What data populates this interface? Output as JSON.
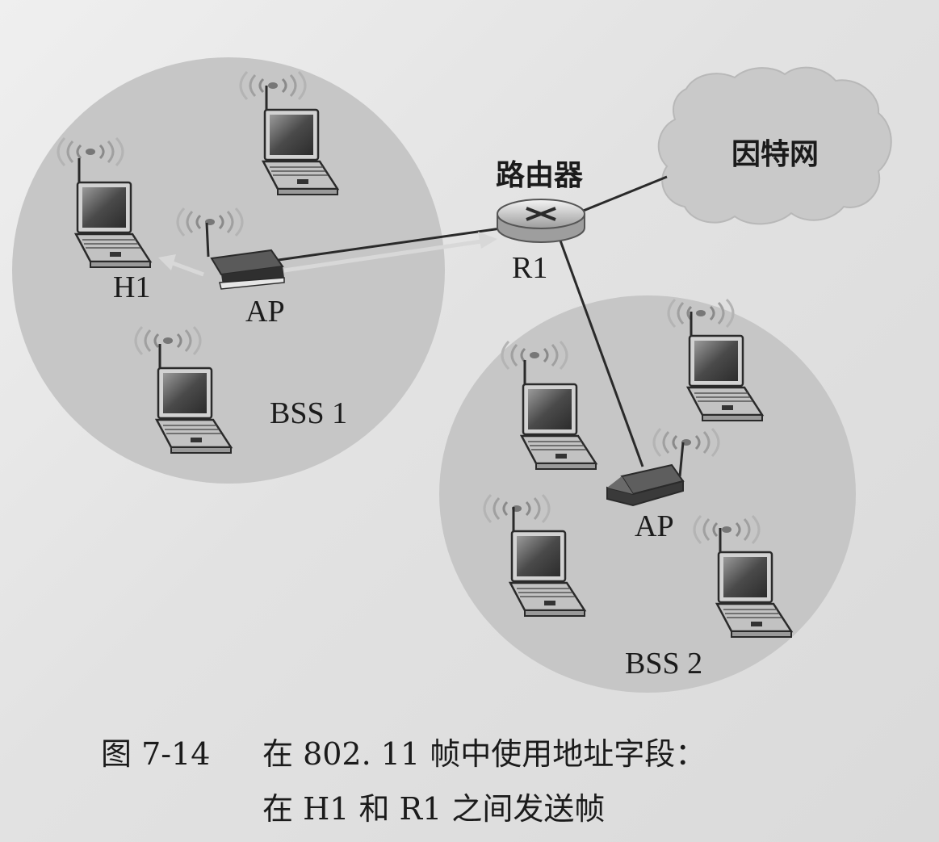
{
  "labels": {
    "router_name": "路由器",
    "router_id": "R1",
    "internet": "因特网",
    "host": "H1",
    "ap1": "AP",
    "ap2": "AP",
    "bss1": "BSS 1",
    "bss2": "BSS 2"
  },
  "caption": {
    "number": "图 7-14",
    "line1": "在 802. 11 帧中使用地址字段：",
    "line2": "在 H1 和 R1 之间发送帧"
  },
  "colors": {
    "bss_fill": "#c6c6c6",
    "cloud_fill": "#c9c9c9",
    "link": "#2a2a2a",
    "device": "#3a3a3a"
  },
  "icons": {
    "laptop": "laptop-icon",
    "access_point": "access-point-icon",
    "router": "router-icon",
    "wireless": "wireless-signal-icon",
    "cloud": "cloud-icon"
  }
}
